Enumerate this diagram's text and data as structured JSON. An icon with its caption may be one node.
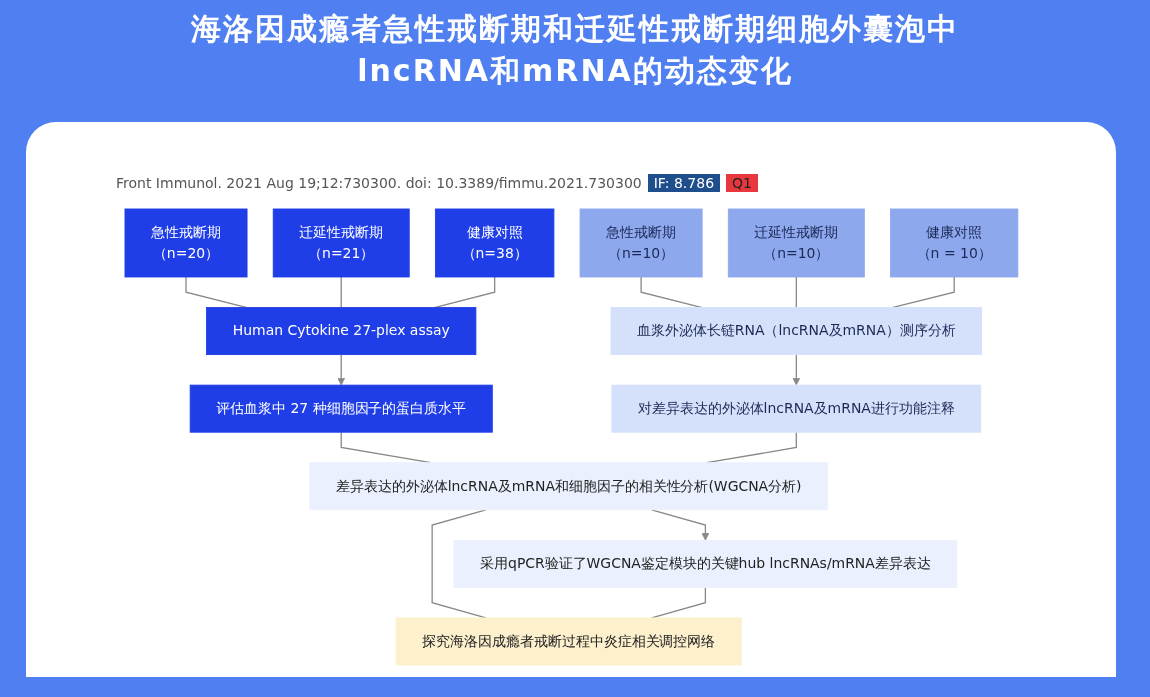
{
  "diagram": {
    "title": "海洛因成瘾者急性戒断期和迁延性戒断期细胞外囊泡中lncRNA和mRNA的动态变化",
    "nodes": [
      {
        "text": [
          "急性戒断期",
          "（n=20）"
        ]
      },
      {
        "text": [
          "迁延性戒断期",
          "（n=21）"
        ]
      },
      {
        "text": [
          "健康对照",
          "（n=38）"
        ]
      },
      {
        "text": [
          "Human Cytokine 27-plex assay"
        ]
      },
      {
        "text": [
          "评估血浆中 27 种细胞因子的蛋白质水平"
        ]
      },
      {
        "text": [
          "急性戒断期",
          "（n=10）"
        ]
      },
      {
        "text": [
          "迁延性戒断期",
          "（n=10）"
        ]
      },
      {
        "text": [
          "健康对照",
          "（n = 10）"
        ]
      },
      {
        "text": [
          "血浆外泌体长链RNA（lncRNA及mRNA）测序分析"
        ]
      },
      {
        "text": [
          "对差异表达的外泌体lncRNA及mRNA进行功能注释"
        ]
      },
      {
        "text": [
          "差异表达的外泌体lncRNA及mRNA和细胞因子的相关性分析(WGCNA分析)"
        ]
      },
      {
        "text": [
          "采用qPCR验证了WGCNA鉴定模块的关键hub lncRNAs/mRNA差异表达"
        ]
      },
      {
        "text": [
          "探究海洛因成瘾者戒断过程中炎症相关调控网络"
        ]
      }
    ],
    "edges": [
      {
        "from": 0,
        "to": 3,
        "arrow": "none"
      },
      {
        "from": 1,
        "to": 3,
        "arrow": "none"
      },
      {
        "from": 2,
        "to": 3,
        "arrow": "none"
      },
      {
        "from": 3,
        "to": 4,
        "arrow": "to"
      },
      {
        "from": 5,
        "to": 8,
        "arrow": "none"
      },
      {
        "from": 6,
        "to": 8,
        "arrow": "none"
      },
      {
        "from": 7,
        "to": 8,
        "arrow": "none"
      },
      {
        "from": 8,
        "to": 9,
        "arrow": "to"
      },
      {
        "from": 4,
        "to": 10,
        "arrow": "none"
      },
      {
        "from": 9,
        "to": 10,
        "arrow": "none"
      },
      {
        "from": 10,
        "to": 11,
        "arrow": "to"
      },
      {
        "from": 10,
        "to": 12,
        "arrow": "none"
      },
      {
        "from": 11,
        "to": 12,
        "arrow": "none"
      }
    ],
    "labels": [
      "Front Immunol. 2021 Aug 19;12:730300. doi: 10.3389/fimmu.2021.730300",
      "IF: 8.786",
      "Q1"
    ]
  }
}
